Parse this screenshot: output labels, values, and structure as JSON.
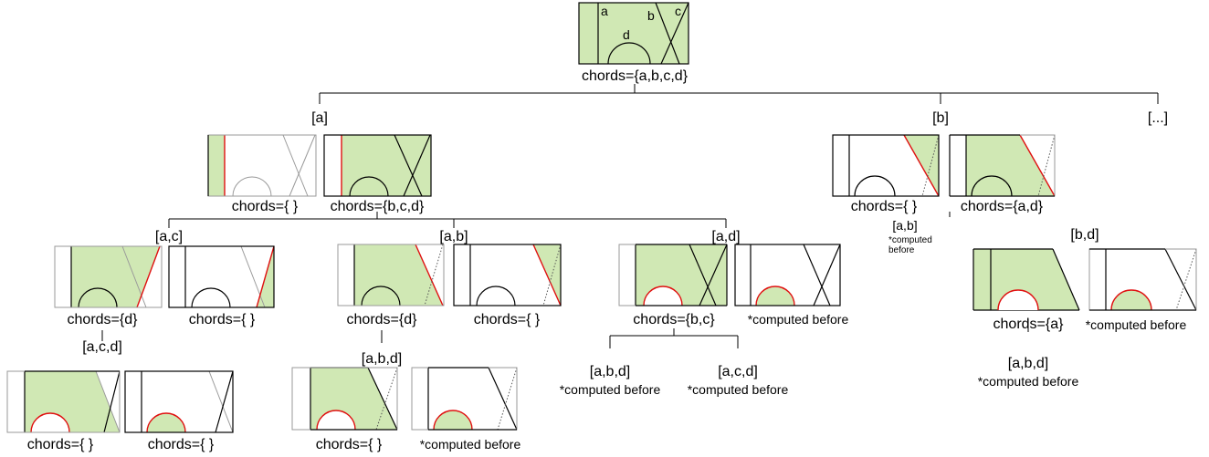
{
  "root": {
    "chord_a": "a",
    "chord_b": "b",
    "chord_c": "c",
    "chord_d": "d",
    "caption": "chords={a,b,c,d}"
  },
  "branch_a": "[a]",
  "branch_b": "[b]",
  "branch_more": "[...]",
  "a_node1": "chords={ }",
  "a_node2": "chords={b,c,d}",
  "branch_ac": "[a,c]",
  "branch_ab": "[a,b]",
  "branch_ad": "[a,d]",
  "ac_node1": "chords={d}",
  "ac_node2": "chords={ }",
  "branch_acd": "[a,c,d]",
  "acd_node1": "chords={ }",
  "acd_node2": "chords={ }",
  "ab_node1": "chords={d}",
  "ab_node2": "chords={ }",
  "branch_abd": "[a,b,d]",
  "abd_node1": "chords={ }",
  "abd_node2": "*computed before",
  "ad_node1": "chords={b,c}",
  "ad_node2": "*computed before",
  "adbd_label": "[a,b,d]",
  "adbd_note": "*computed before",
  "adcd_label": "[a,c,d]",
  "adcd_note": "*computed before",
  "b_node1": "chords={ }",
  "b_node2": "chords={a,d}",
  "bab_label": "[a,b]",
  "bab_note_line1": "*computed",
  "bab_note_line2": "before",
  "branch_bd": "[b,d]",
  "bd_node1": "chords={a}",
  "bd_node2": "*computed before",
  "bdabd_label": "[a,b,d]",
  "bdabd_note": "*computed before"
}
